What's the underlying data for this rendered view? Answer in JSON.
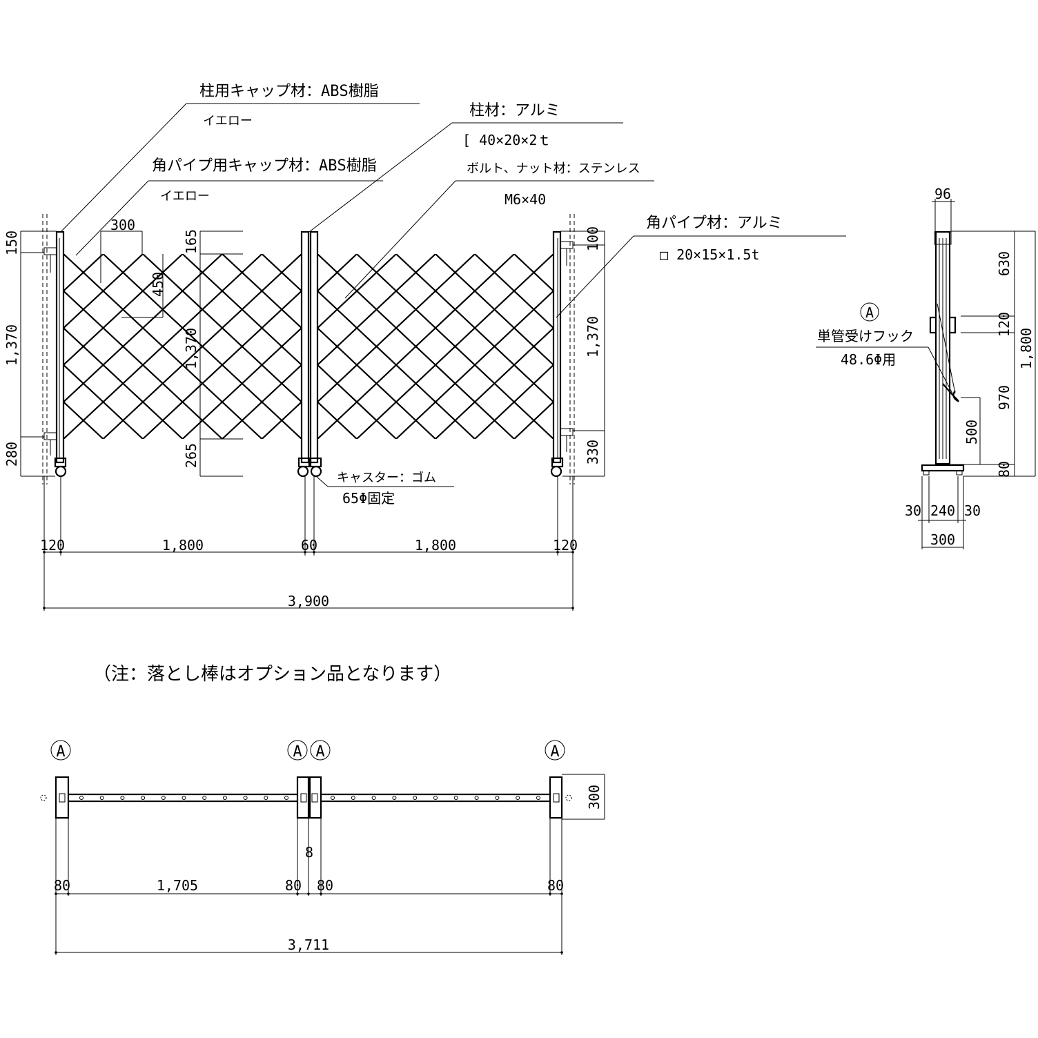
{
  "leaders": {
    "post_cap": "柱用キャップ材：ABS樹脂",
    "post_cap_color": "イエロー",
    "pipe_cap": "角パイプ用キャップ材：ABS樹脂",
    "pipe_cap_color": "イエロー",
    "post_material": "柱材：アルミ",
    "post_spec": "[ 40×20×2ｔ",
    "bolt_material": "ボルト、ナット材：ステンレス",
    "bolt_spec": "M6×40",
    "pipe_material": "角パイプ材：アルミ",
    "pipe_spec": "□ 20×15×1.5t",
    "caster": "キャスター：ゴム",
    "caster_spec": "65Φ固定",
    "hook_marker": "A",
    "hook_label": "単管受けフック",
    "hook_spec": "48.6Φ用"
  },
  "front_dims": {
    "left_150": "150",
    "left_1370": "1,370",
    "left_280": "280",
    "top_300": "300",
    "diag_450": "450",
    "inner_165": "165",
    "inner_1370": "1,370",
    "inner_265": "265",
    "right_100": "100",
    "right_1370": "1,370",
    "right_330": "330",
    "bottom": [
      "120",
      "1,800",
      "60",
      "1,800",
      "120"
    ],
    "total": "3,900"
  },
  "side_dims": {
    "top_96": "96",
    "d630": "630",
    "d120": "120",
    "d970": "970",
    "d500": "500",
    "d80": "80",
    "d1800": "1,800",
    "b30a": "30",
    "b240": "240",
    "b30b": "30",
    "b300": "300"
  },
  "note": "（注：落とし棒はオプション品となります）",
  "plan": {
    "markers": [
      "A",
      "A",
      "A",
      "A"
    ],
    "right_300": "300",
    "mid_8": "8",
    "bottom": [
      "80",
      "1,705",
      "80",
      "80",
      "80"
    ],
    "total": "3,711"
  }
}
